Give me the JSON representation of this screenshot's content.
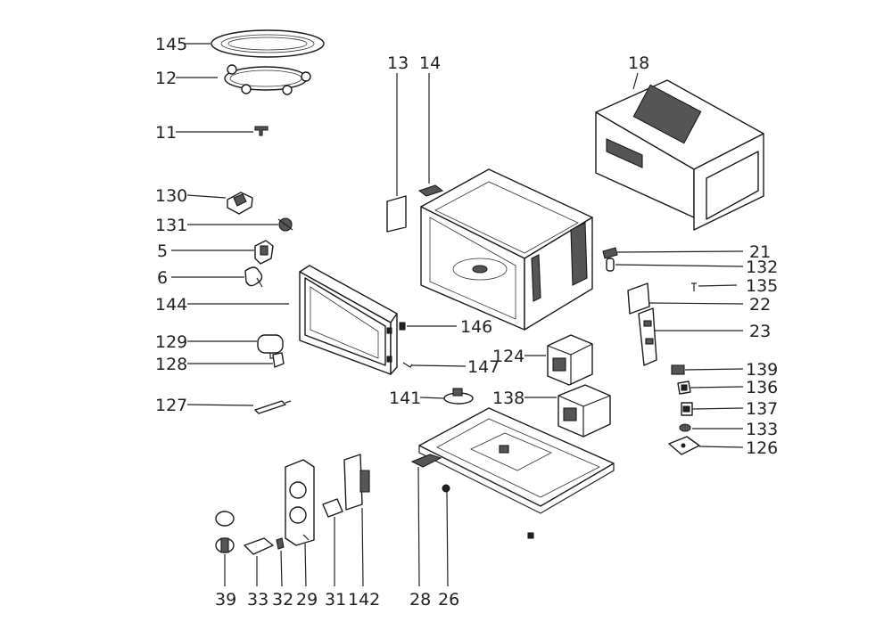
{
  "labels": {
    "l145": "145",
    "l12": "12",
    "l11": "11",
    "l130": "130",
    "l131": "131",
    "l5": "5",
    "l6": "6",
    "l144": "144",
    "l129": "129",
    "l128": "128",
    "l127": "127",
    "l13": "13",
    "l14": "14",
    "l18": "18",
    "l21": "21",
    "l132": "132",
    "l135": "135",
    "l22": "22",
    "l23": "23",
    "l139": "139",
    "l136": "136",
    "l137": "137",
    "l133": "133",
    "l126": "126",
    "l146": "146",
    "l147": "147",
    "l124": "124",
    "l141": "141",
    "l138": "138",
    "l39": "39",
    "l33": "33",
    "l32": "32",
    "l29": "29",
    "l31": "31",
    "l142": "142",
    "l28": "28",
    "l26": "26"
  }
}
